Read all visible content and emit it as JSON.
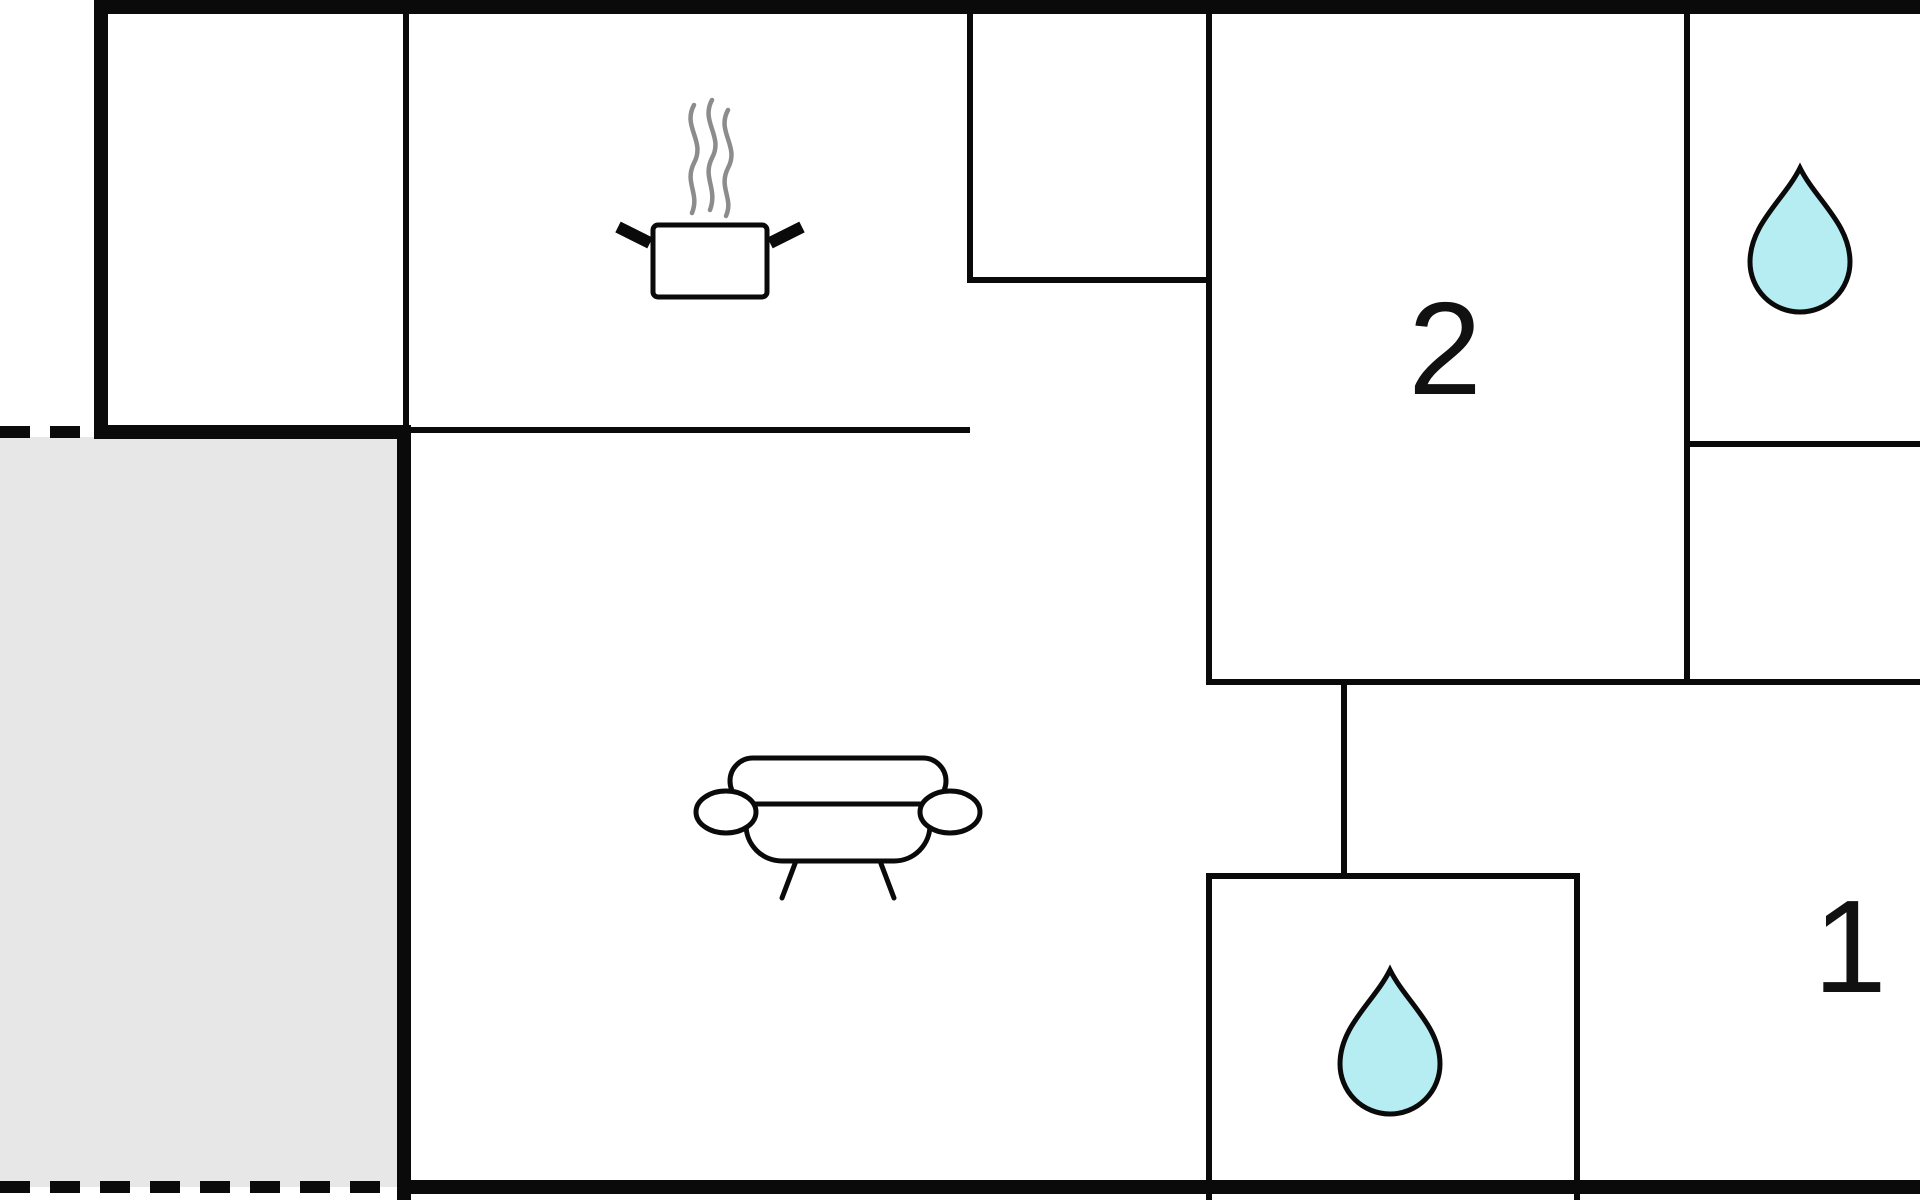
{
  "page": {
    "type": "floor-plan"
  },
  "rooms": {
    "bedroom2": {
      "label": "2"
    },
    "room1": {
      "label": "1"
    }
  },
  "icons": {
    "kitchen": "cooking-pot-icon",
    "living_room": "sofa-icon",
    "bathroom_top": "water-drop-icon",
    "bathroom_bottom": "water-drop-icon"
  },
  "colors": {
    "wall": "#0a0a0a",
    "terrace_fill": "#e7e7e7",
    "water_drop_fill": "#b6edf2",
    "steam": "#8c8c8c",
    "background": "#ffffff",
    "label_text": "#111111"
  }
}
